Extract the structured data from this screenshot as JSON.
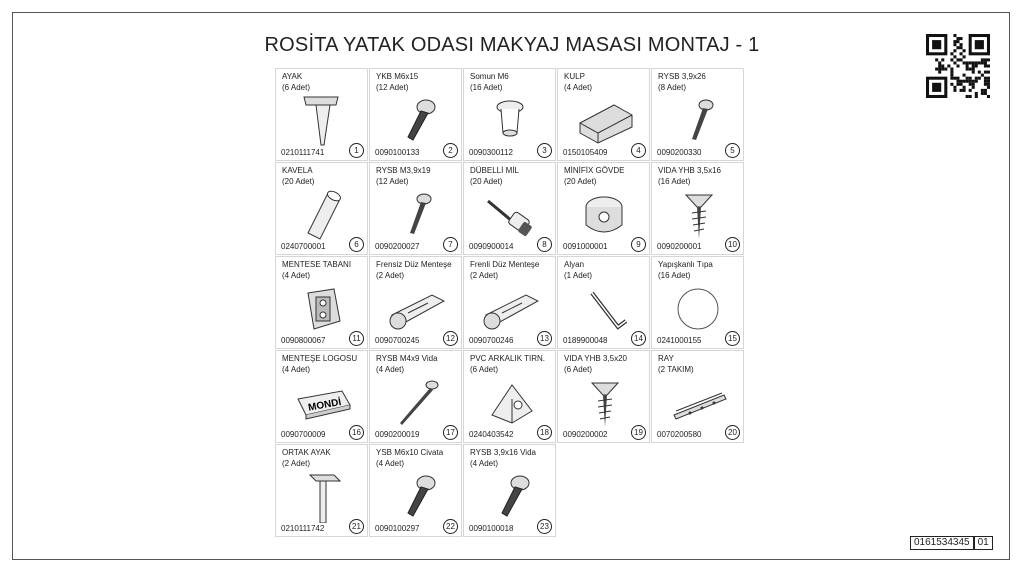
{
  "title": "ROSİTA YATAK ODASI MAKYAJ MASASI MONTAJ - 1",
  "doc_number": "0161534345",
  "doc_page": "01",
  "parts": [
    {
      "name": "AYAK",
      "qty": "(6 Adet)",
      "code": "0210111741",
      "num": "1",
      "icon": "leg-icon"
    },
    {
      "name": "YKB M6x15",
      "qty": "(12 Adet)",
      "code": "0090100133",
      "num": "2",
      "icon": "bolt-icon"
    },
    {
      "name": "Somun M6",
      "qty": "(16 Adet)",
      "code": "0090300112",
      "num": "3",
      "icon": "nut-icon"
    },
    {
      "name": "KULP",
      "qty": "(4 Adet)",
      "code": "0150105409",
      "num": "4",
      "icon": "handle-icon"
    },
    {
      "name": "RYSB 3,9x26",
      "qty": "(8 Adet)",
      "code": "0090200330",
      "num": "5",
      "icon": "screw-icon"
    },
    {
      "name": "KAVELA",
      "qty": "(20 Adet)",
      "code": "0240700001",
      "num": "6",
      "icon": "dowel-icon"
    },
    {
      "name": "RYSB M3,9x19",
      "qty": "(12 Adet)",
      "code": "0090200027",
      "num": "7",
      "icon": "screw-icon"
    },
    {
      "name": "DÜBELLİ MİL",
      "qty": "(20 Adet)",
      "code": "0090900014",
      "num": "8",
      "icon": "cam-bolt-icon"
    },
    {
      "name": "MİNİFİX GÖVDE",
      "qty": "(20 Adet)",
      "code": "0091000001",
      "num": "9",
      "icon": "minifix-icon"
    },
    {
      "name": "VIDA YHB 3,5x16",
      "qty": "(16 Adet)",
      "code": "0090200001",
      "num": "10",
      "icon": "wood-screw-icon"
    },
    {
      "name": "MENTESE TABANI",
      "qty": "(4 Adet)",
      "code": "0090800067",
      "num": "11",
      "icon": "hinge-plate-icon"
    },
    {
      "name": "Frensiz Düz Menteşe",
      "qty": "(2 Adet)",
      "code": "0090700245",
      "num": "12",
      "icon": "hinge-icon"
    },
    {
      "name": "Frenli Düz Menteşe",
      "qty": "(2 Adet)",
      "code": "0090700246",
      "num": "13",
      "icon": "hinge-icon"
    },
    {
      "name": "Alyan",
      "qty": "(1 Adet)",
      "code": "0189900048",
      "num": "14",
      "icon": "allen-key-icon"
    },
    {
      "name": "Yapışkanlı Tıpa",
      "qty": "(16 Adet)",
      "code": "0241000155",
      "num": "15",
      "icon": "cap-icon"
    },
    {
      "name": "MENTEŞE LOGOSU",
      "qty": "(4 Adet)",
      "code": "0090700009",
      "num": "16",
      "icon": "logo-plate-icon",
      "logo_text": "MONDİ"
    },
    {
      "name": "RYSB M4x9 Vida",
      "qty": "(4 Adet)",
      "code": "0090200019",
      "num": "17",
      "icon": "long-screw-icon"
    },
    {
      "name": "PVC ARKALIK TIRN.",
      "qty": "(6 Adet)",
      "code": "0240403542",
      "num": "18",
      "icon": "bracket-icon"
    },
    {
      "name": "VIDA YHB 3,5x20",
      "qty": "(6 Adet)",
      "code": "0090200002",
      "num": "19",
      "icon": "wood-screw-icon"
    },
    {
      "name": "RAY",
      "qty": "(2 TAKIM)",
      "code": "0070200580",
      "num": "20",
      "icon": "rail-icon"
    },
    {
      "name": "ORTAK AYAK",
      "qty": "(2 Adet)",
      "code": "0210111742",
      "num": "21",
      "icon": "center-leg-icon"
    },
    {
      "name": "YSB M6x10 Civata",
      "qty": "(4 Adet)",
      "code": "0090100297",
      "num": "22",
      "icon": "bolt-icon"
    },
    {
      "name": "RYSB 3,9x16 Vida",
      "qty": "(4 Adet)",
      "code": "0090100018",
      "num": "23",
      "icon": "bolt-icon"
    }
  ]
}
